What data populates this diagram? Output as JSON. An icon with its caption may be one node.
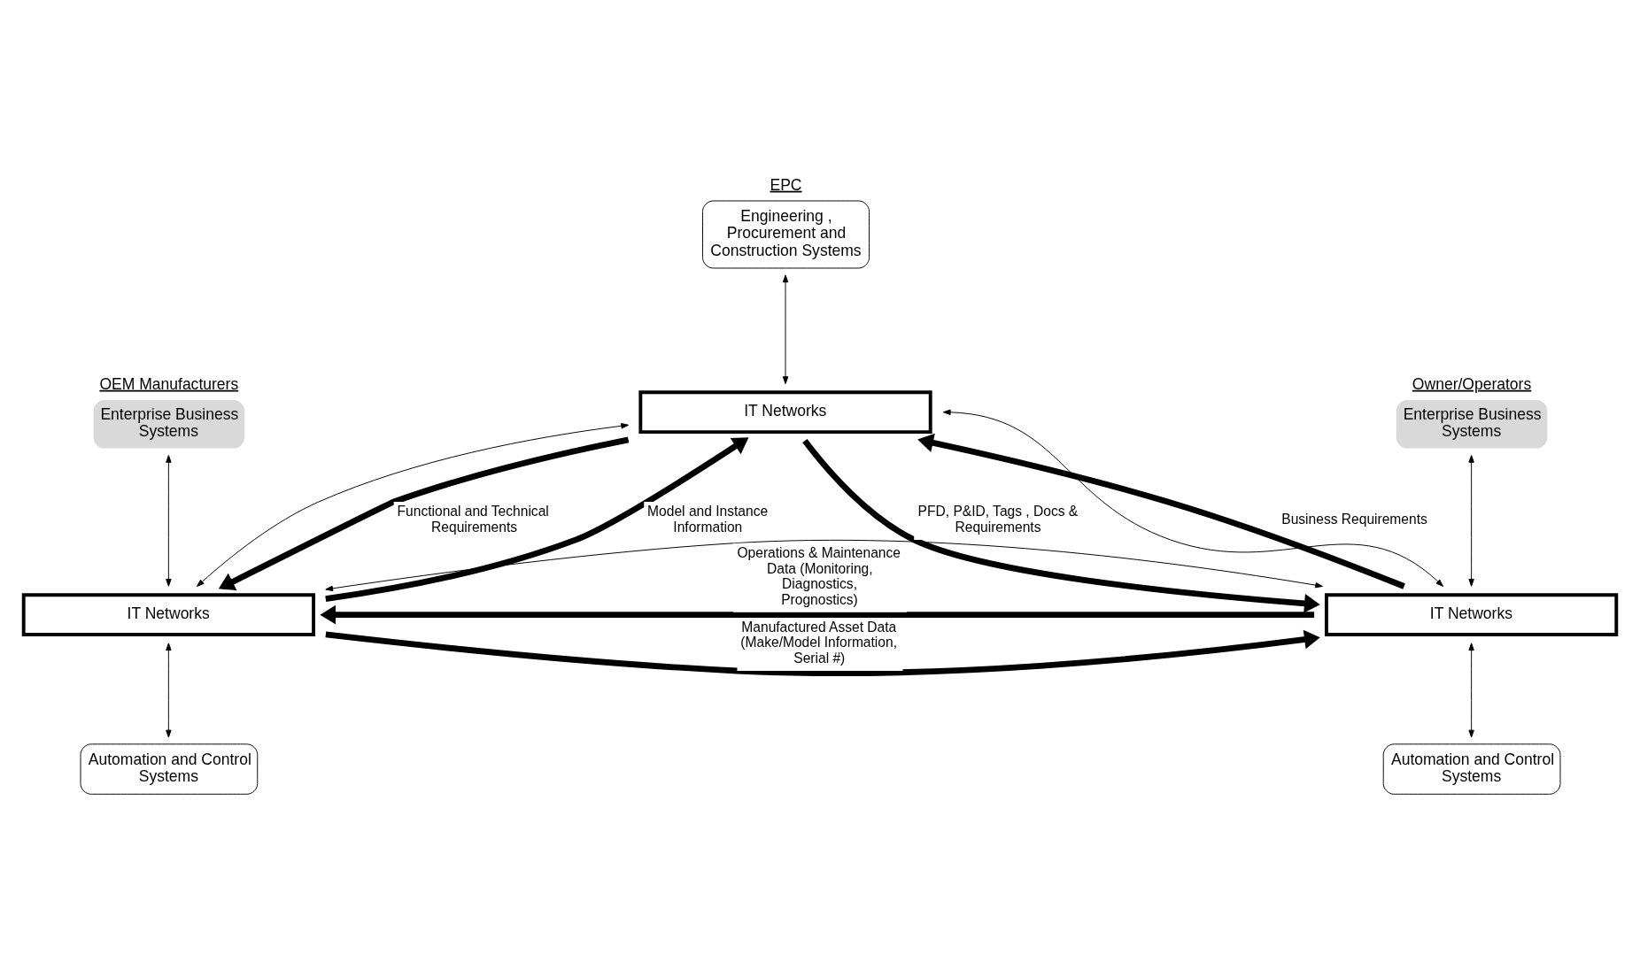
{
  "diagram": {
    "nodes": [
      {
        "text": [
          "EPC",
          "Engineering , Procurement and Construction Systems"
        ]
      },
      {
        "text": [
          "IT Networks"
        ]
      },
      {
        "text": [
          "OEM Manufacturers",
          "Enterprise Business Systems"
        ]
      },
      {
        "text": [
          "IT Networks"
        ]
      },
      {
        "text": [
          "Automation and Control Systems"
        ]
      },
      {
        "text": [
          "Owner/Operators",
          "Enterprise Business Systems"
        ]
      },
      {
        "text": [
          "IT Networks"
        ]
      },
      {
        "text": [
          "Automation and Control Systems"
        ]
      }
    ],
    "edges": [
      {
        "from": 0,
        "to": 1,
        "arrow": "both"
      },
      {
        "from": 1,
        "to": 3,
        "arrow": "both"
      },
      {
        "from": 1,
        "to": 6,
        "arrow": "both"
      },
      {
        "from": 3,
        "to": 6,
        "arrow": "both"
      },
      {
        "from": 2,
        "to": 3,
        "arrow": "both"
      },
      {
        "from": 3,
        "to": 4,
        "arrow": "both"
      },
      {
        "from": 5,
        "to": 6,
        "arrow": "both"
      },
      {
        "from": 6,
        "to": 7,
        "arrow": "both"
      },
      {
        "from": 1,
        "to": 3,
        "arrow": "to",
        "style": "thick",
        "label": "Functional and Technical Requirements"
      },
      {
        "from": 3,
        "to": 1,
        "arrow": "to",
        "style": "thick",
        "label": "Model and Instance Information"
      },
      {
        "from": 1,
        "to": 6,
        "arrow": "to",
        "style": "thick",
        "label": "PFD, P&ID, Tags , Docs & Requirements"
      },
      {
        "from": 6,
        "to": 1,
        "arrow": "to",
        "style": "thick",
        "label": "Business Requirements"
      },
      {
        "from": 3,
        "to": 6,
        "arrow": "to",
        "style": "thick",
        "label": "Manufactured Asset Data (Make/Model Information, Serial #)"
      },
      {
        "from": 6,
        "to": 3,
        "arrow": "to",
        "style": "thick",
        "label": "Operations & Maintenance Data (Monitoring, Diagnostics, Prognostics)"
      }
    ]
  }
}
